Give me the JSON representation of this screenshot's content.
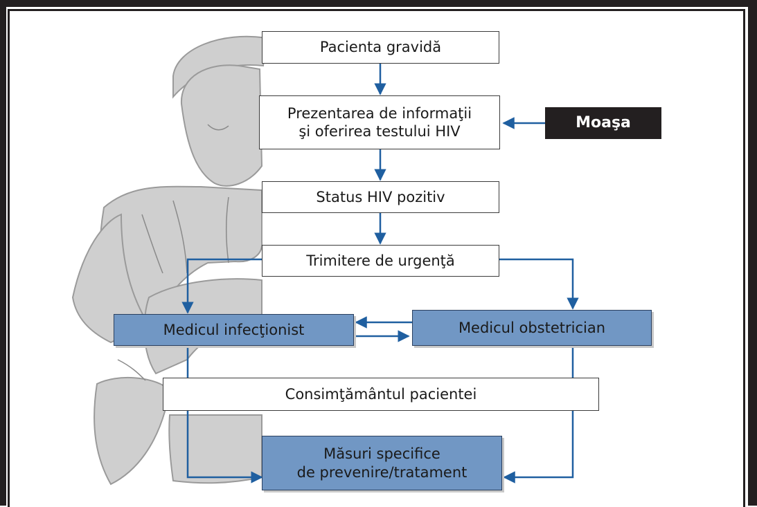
{
  "diagram": {
    "boxes": {
      "patient": "Pacienta gravidă",
      "information": "Prezentarea de informaţii\nşi oferirea testului HIV",
      "midwife": "Moaşa",
      "status": "Status HIV pozitiv",
      "referral": "Trimitere de urgenţă",
      "infectious": "Medicul infecţionist",
      "obstetrician": "Medicul obstetrician",
      "consent": "Consimţământul pacientei",
      "measures": "Măsuri specifice\nde prevenire/tratament"
    },
    "colors": {
      "frame": "#231f20",
      "arrow": "#1f5fa0",
      "blue_box": "#7197c4",
      "dark_box": "#231f20",
      "illustration": "#c9c9c9"
    },
    "edges": [
      [
        "patient",
        "information"
      ],
      [
        "midwife",
        "information"
      ],
      [
        "information",
        "status"
      ],
      [
        "status",
        "referral"
      ],
      [
        "referral",
        "infectious"
      ],
      [
        "referral",
        "obstetrician"
      ],
      [
        "infectious",
        "obstetrician"
      ],
      [
        "obstetrician",
        "infectious"
      ],
      [
        "infectious",
        "measures"
      ],
      [
        "obstetrician",
        "measures"
      ]
    ]
  }
}
